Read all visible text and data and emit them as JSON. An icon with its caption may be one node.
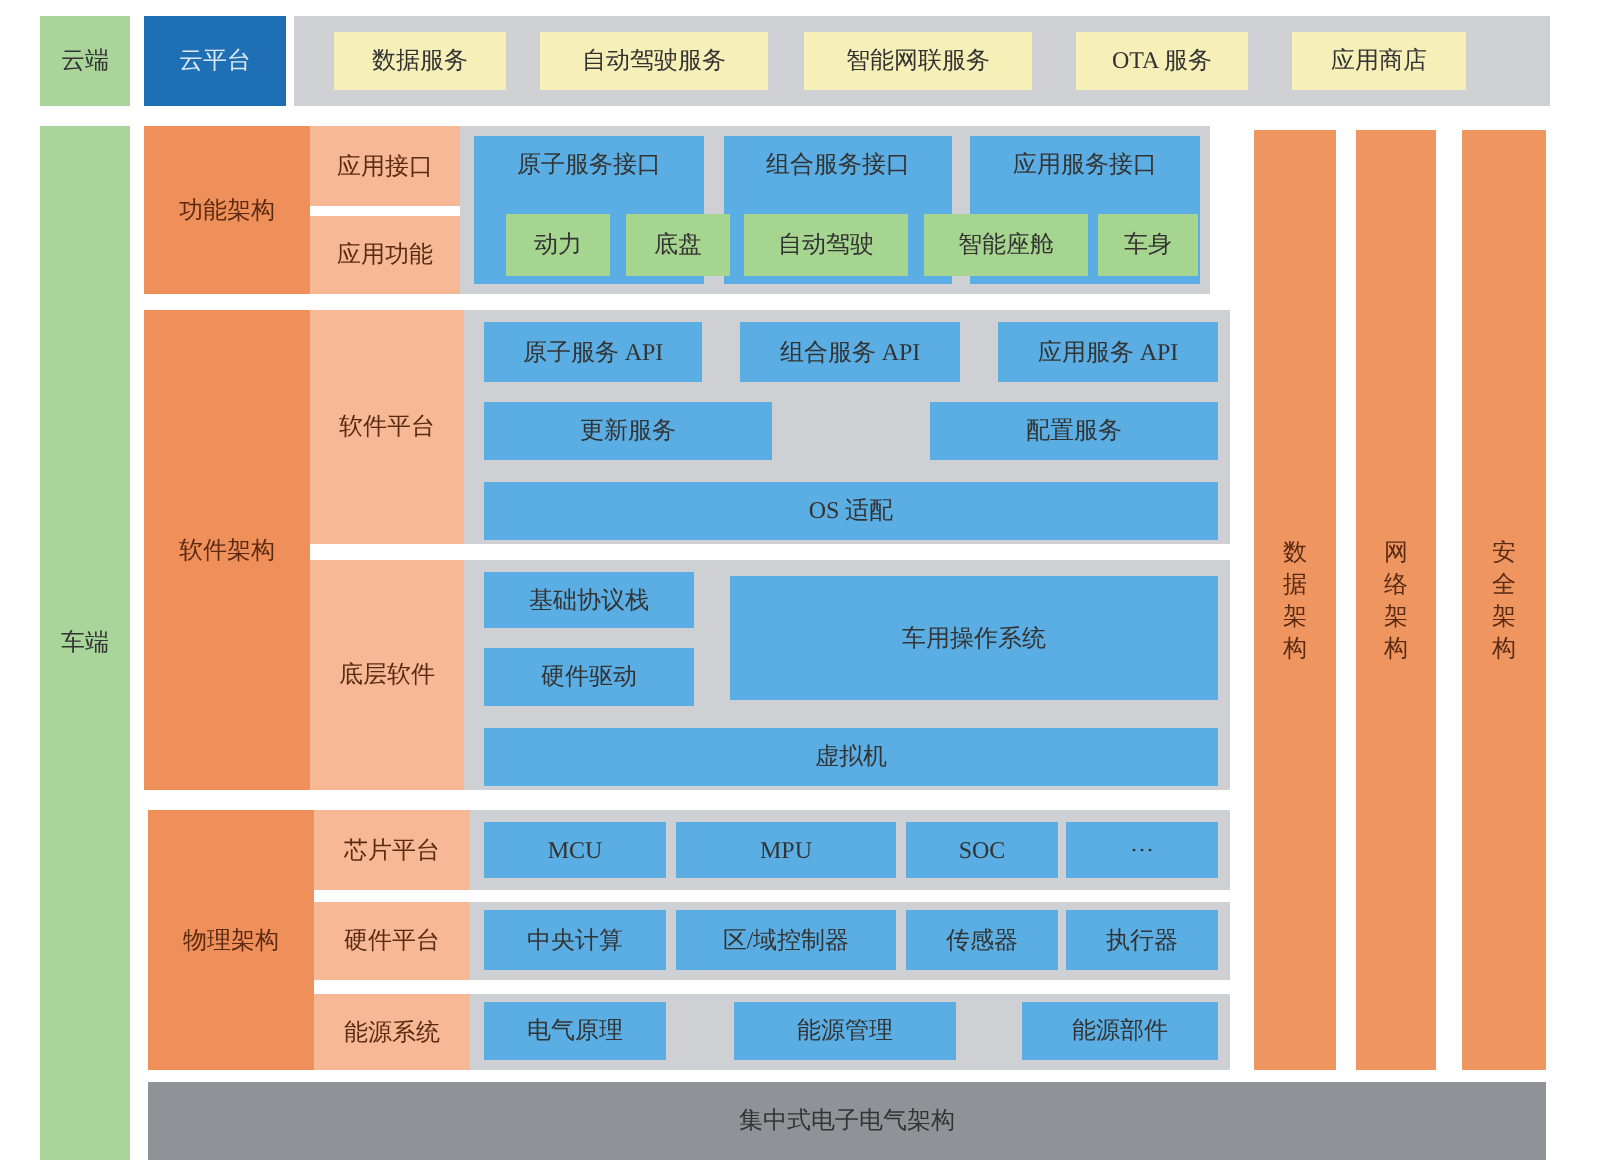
{
  "diagram": {
    "nodes": [
      {
        "text": [
          "云端"
        ]
      },
      {
        "text": [
          "云平台"
        ]
      },
      {
        "text": [
          "数据服务"
        ]
      },
      {
        "text": [
          "自动驾驶服务"
        ]
      },
      {
        "text": [
          "智能网联服务"
        ]
      },
      {
        "text": [
          "OTA 服务"
        ]
      },
      {
        "text": [
          "应用商店"
        ]
      },
      {
        "text": [
          "车端"
        ]
      },
      {
        "text": [
          "功能架构"
        ]
      },
      {
        "text": [
          "应用接口"
        ]
      },
      {
        "text": [
          "应用功能"
        ]
      },
      {
        "text": [
          "原子服务接口"
        ]
      },
      {
        "text": [
          "组合服务接口"
        ]
      },
      {
        "text": [
          "应用服务接口"
        ]
      },
      {
        "text": [
          "动力"
        ],
        "in": 11
      },
      {
        "text": [
          "底盘"
        ]
      },
      {
        "text": [
          "自动驾驶"
        ],
        "in": 12
      },
      {
        "text": [
          "智能座舱"
        ]
      },
      {
        "text": [
          "车身"
        ],
        "in": 13
      },
      {
        "text": [
          "软件架构"
        ]
      },
      {
        "text": [
          "软件平台"
        ]
      },
      {
        "text": [
          "原子服务 API"
        ]
      },
      {
        "text": [
          "组合服务 API"
        ]
      },
      {
        "text": [
          "应用服务 API"
        ]
      },
      {
        "text": [
          "更新服务"
        ]
      },
      {
        "text": [
          "配置服务"
        ]
      },
      {
        "text": [
          "OS 适配"
        ]
      },
      {
        "text": [
          "底层软件"
        ]
      },
      {
        "text": [
          "基础协议栈"
        ]
      },
      {
        "text": [
          "硬件驱动"
        ]
      },
      {
        "text": [
          "车用操作系统"
        ]
      },
      {
        "text": [
          "虚拟机"
        ]
      },
      {
        "text": [
          "物理架构"
        ]
      },
      {
        "text": [
          "芯片平台"
        ]
      },
      {
        "text": [
          "MCU"
        ]
      },
      {
        "text": [
          "MPU"
        ]
      },
      {
        "text": [
          "SOC"
        ]
      },
      {
        "text": [
          "···"
        ]
      },
      {
        "text": [
          "硬件平台"
        ]
      },
      {
        "text": [
          "中央计算"
        ]
      },
      {
        "text": [
          "区/域控制器"
        ]
      },
      {
        "text": [
          "传感器"
        ]
      },
      {
        "text": [
          "执行器"
        ]
      },
      {
        "text": [
          "能源系统"
        ]
      },
      {
        "text": [
          "电气原理"
        ]
      },
      {
        "text": [
          "能源管理"
        ]
      },
      {
        "text": [
          "能源部件"
        ]
      },
      {
        "text": [
          "数据架构"
        ]
      },
      {
        "text": [
          "网络架构"
        ]
      },
      {
        "text": [
          "安全架构"
        ]
      },
      {
        "text": [
          "集中式电子电气架构"
        ]
      }
    ]
  }
}
